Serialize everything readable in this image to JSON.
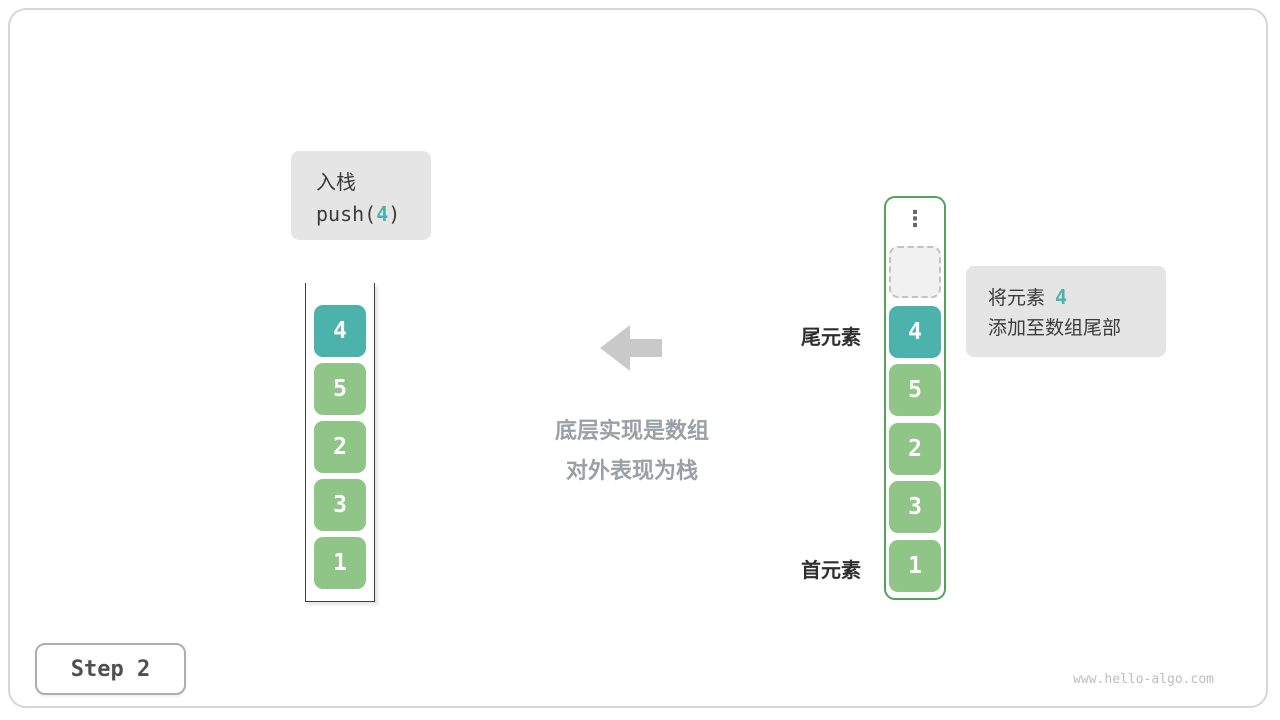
{
  "meta": {
    "step_label": "Step 2",
    "watermark": "www.hello-algo.com"
  },
  "colors": {
    "teal": "#4bb2ac",
    "green": "#8fc586",
    "box_bg": "#e5e5e5",
    "arrow_gray": "#c9c9c9",
    "caption_gray": "#9aa0a6",
    "array_border": "#55a05e"
  },
  "push_box": {
    "title": "入栈",
    "code_prefix": "push(",
    "code_value": "4",
    "code_suffix": ")"
  },
  "left_stack": {
    "cells": [
      {
        "value": "4",
        "color": "teal"
      },
      {
        "value": "5",
        "color": "green"
      },
      {
        "value": "2",
        "color": "green"
      },
      {
        "value": "3",
        "color": "green"
      },
      {
        "value": "1",
        "color": "green"
      }
    ]
  },
  "caption": {
    "line1": "底层实现是数组",
    "line2": "对外表现为栈"
  },
  "right_stack": {
    "ellipsis": "⋮",
    "tail_label": "尾元素",
    "head_label": "首元素",
    "cells": [
      {
        "value": "4",
        "color": "teal"
      },
      {
        "value": "5",
        "color": "green"
      },
      {
        "value": "2",
        "color": "green"
      },
      {
        "value": "3",
        "color": "green"
      },
      {
        "value": "1",
        "color": "green"
      }
    ]
  },
  "callout": {
    "line1_text": "将元素",
    "line1_value": "4",
    "line2": "添加至数组尾部"
  }
}
